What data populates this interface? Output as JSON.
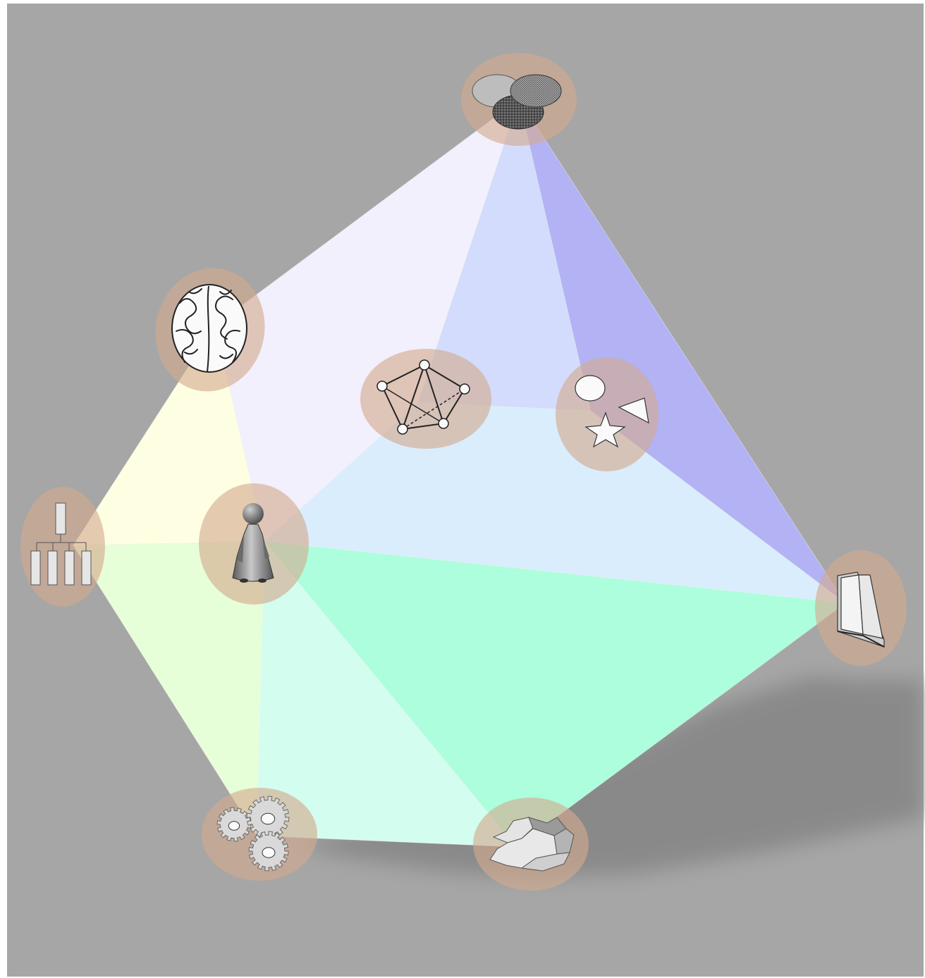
{
  "colors": {
    "page_background": "#ffffff",
    "canvas_background": "#a6a6a6",
    "node_halo": "#d4a98e",
    "shadow": "#858585",
    "face_lavender": "#f1f0fc",
    "face_blue": "#d3dcfc",
    "face_violet": "#b2b2f4",
    "face_yellow": "#feffe2",
    "face_lightblue": "#daedfc",
    "face_green": "#acfedc",
    "face_mint": "#d3fdef",
    "face_yellowgreen": "#e7ffd8"
  },
  "nodes": [
    {
      "id": "venn",
      "icon": "venn-diagram-icon"
    },
    {
      "id": "brain",
      "icon": "brain-icon"
    },
    {
      "id": "org",
      "icon": "org-chart-icon"
    },
    {
      "id": "person",
      "icon": "person-icon"
    },
    {
      "id": "graph",
      "icon": "network-graph-icon"
    },
    {
      "id": "shapes",
      "icon": "geometric-shapes-icon"
    },
    {
      "id": "book",
      "icon": "open-book-icon"
    },
    {
      "id": "gears",
      "icon": "gears-icon"
    },
    {
      "id": "map",
      "icon": "map-regions-icon"
    }
  ],
  "faces": [
    {
      "id": "top-left",
      "nodes": [
        "brain",
        "venn",
        "graph",
        "person"
      ],
      "color": "face_lavender"
    },
    {
      "id": "top-middle",
      "nodes": [
        "venn",
        "shapes",
        "graph"
      ],
      "color": "face_blue"
    },
    {
      "id": "top-right",
      "nodes": [
        "venn",
        "book",
        "shapes"
      ],
      "color": "face_violet"
    },
    {
      "id": "left-upper",
      "nodes": [
        "brain",
        "person",
        "org"
      ],
      "color": "face_yellow"
    },
    {
      "id": "middle-band",
      "nodes": [
        "graph",
        "shapes",
        "book",
        "person"
      ],
      "color": "face_lightblue"
    },
    {
      "id": "lower-right",
      "nodes": [
        "person",
        "book",
        "map"
      ],
      "color": "face_green"
    },
    {
      "id": "lower-middle",
      "nodes": [
        "person",
        "map",
        "gears"
      ],
      "color": "face_mint"
    },
    {
      "id": "left-lower",
      "nodes": [
        "org",
        "person",
        "gears"
      ],
      "color": "face_yellowgreen"
    }
  ]
}
